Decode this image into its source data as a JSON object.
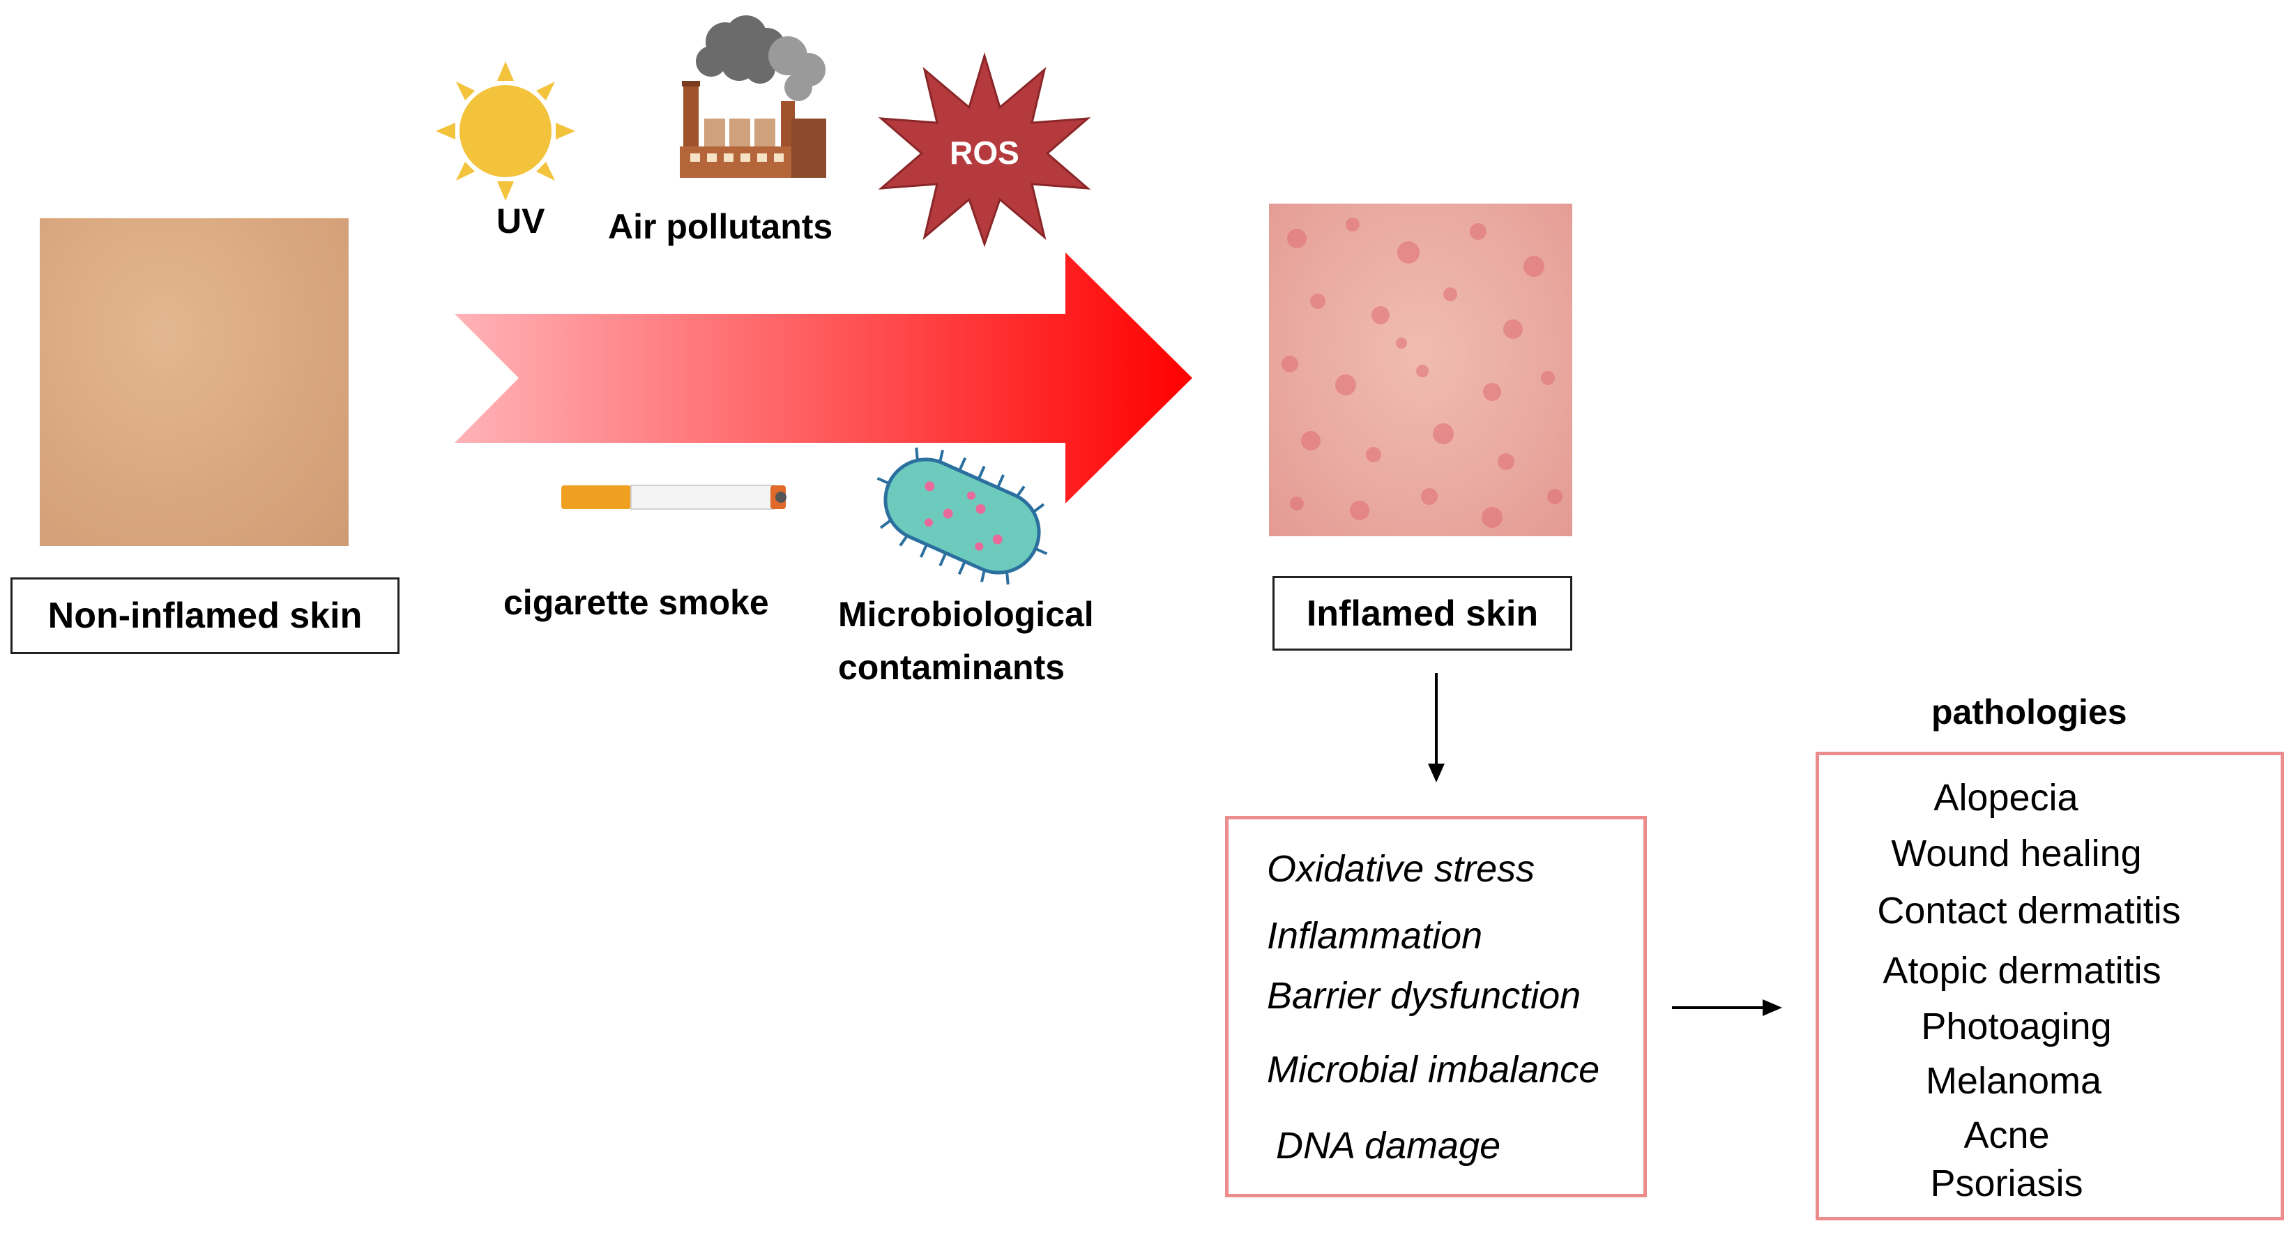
{
  "colors": {
    "arrow_start": "#ffb3b8",
    "arrow_end": "#ff0000",
    "box_border": "#ec8c8c",
    "sun": "#f3c33c",
    "ros_star": "#b53a3d",
    "bacterium": "#6ccbbd",
    "skin_normal": "#dfae87",
    "skin_inflamed": "#e9a79f"
  },
  "icons": [
    "sun-icon",
    "factory-icon",
    "ros-star-icon",
    "cigarette-icon",
    "bacterium-icon"
  ],
  "labels": {
    "non_inflamed": "Non-inflamed skin",
    "inflamed": "Inflamed skin",
    "uv": "UV",
    "air_pollutants": "Air pollutants",
    "ros": "ROS",
    "cigarette": "cigarette smoke",
    "microbio_line1": "Microbiological",
    "microbio_line2": "contaminants",
    "pathologies_title": "pathologies"
  },
  "mechanisms": [
    "Oxidative stress",
    "Inflammation",
    "Barrier dysfunction",
    "Microbial imbalance",
    "DNA damage"
  ],
  "pathologies": [
    "Alopecia",
    "Wound healing",
    "Contact dermatitis",
    "Atopic dermatitis",
    "Photoaging",
    "Melanoma",
    "Acne",
    "Psoriasis"
  ]
}
